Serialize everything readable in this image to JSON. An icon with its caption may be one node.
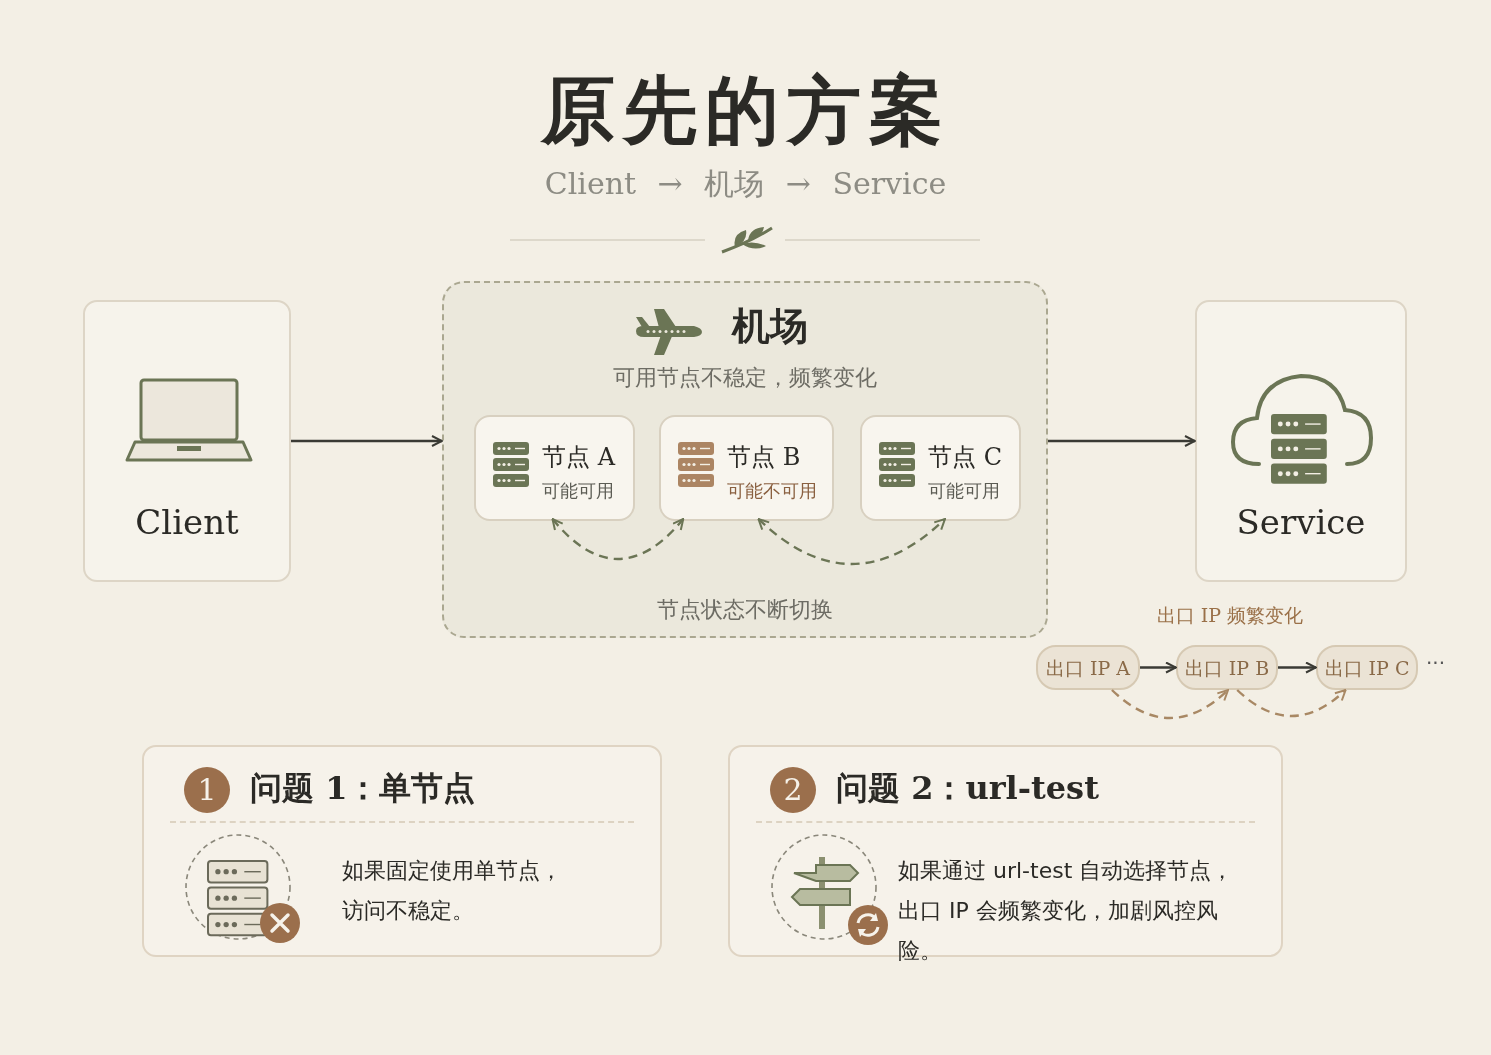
{
  "diagram": {
    "title": "原先的方案",
    "nodes": [
      {
        "text": [
          "Client"
        ]
      },
      {
        "text": [
          "机场",
          "可用节点不稳定，频繁变化",
          "节点状态不断切换"
        ]
      },
      {
        "text": [
          "节点 A",
          "可能可用"
        ],
        "in": 1
      },
      {
        "text": [
          "节点 B",
          "可能不可用"
        ],
        "in": 1
      },
      {
        "text": [
          "节点 C",
          "可能可用"
        ],
        "in": 1
      },
      {
        "text": [
          "Service"
        ]
      },
      {
        "text": [
          "出口 IP A"
        ]
      },
      {
        "text": [
          "出口 IP B"
        ]
      },
      {
        "text": [
          "出口 IP C"
        ],
        "beside": [
          "···"
        ]
      },
      {
        "text": [
          "1",
          "问题 1：单节点",
          "如果固定使用单节点，访问不稳定。"
        ]
      },
      {
        "text": [
          "2",
          "问题 2：url-test",
          "如果通过 url-test 自动选择节点，出口 IP 会频繁变化，加剧风控风险。"
        ]
      }
    ],
    "edges": [
      {
        "from": 0,
        "to": 1,
        "arrow": "to"
      },
      {
        "from": 1,
        "to": 5,
        "arrow": "to"
      },
      {
        "from": 2,
        "to": 3,
        "arrow": "both",
        "style": "dashed",
        "color": "#6b7555"
      },
      {
        "from": 3,
        "to": 4,
        "arrow": "both",
        "style": "dashed",
        "color": "#6b7555"
      },
      {
        "from": 6,
        "to": 7,
        "arrow": "to"
      },
      {
        "from": 7,
        "to": 8,
        "arrow": "to"
      },
      {
        "from": 6,
        "to": 7,
        "arrow": "to",
        "style": "dashed",
        "color": "#a88864"
      },
      {
        "from": 7,
        "to": 8,
        "arrow": "to",
        "style": "dashed",
        "color": "#a88864"
      }
    ],
    "labels": [
      "Client → 机场 → Service",
      "出口 IP 频繁变化"
    ]
  }
}
